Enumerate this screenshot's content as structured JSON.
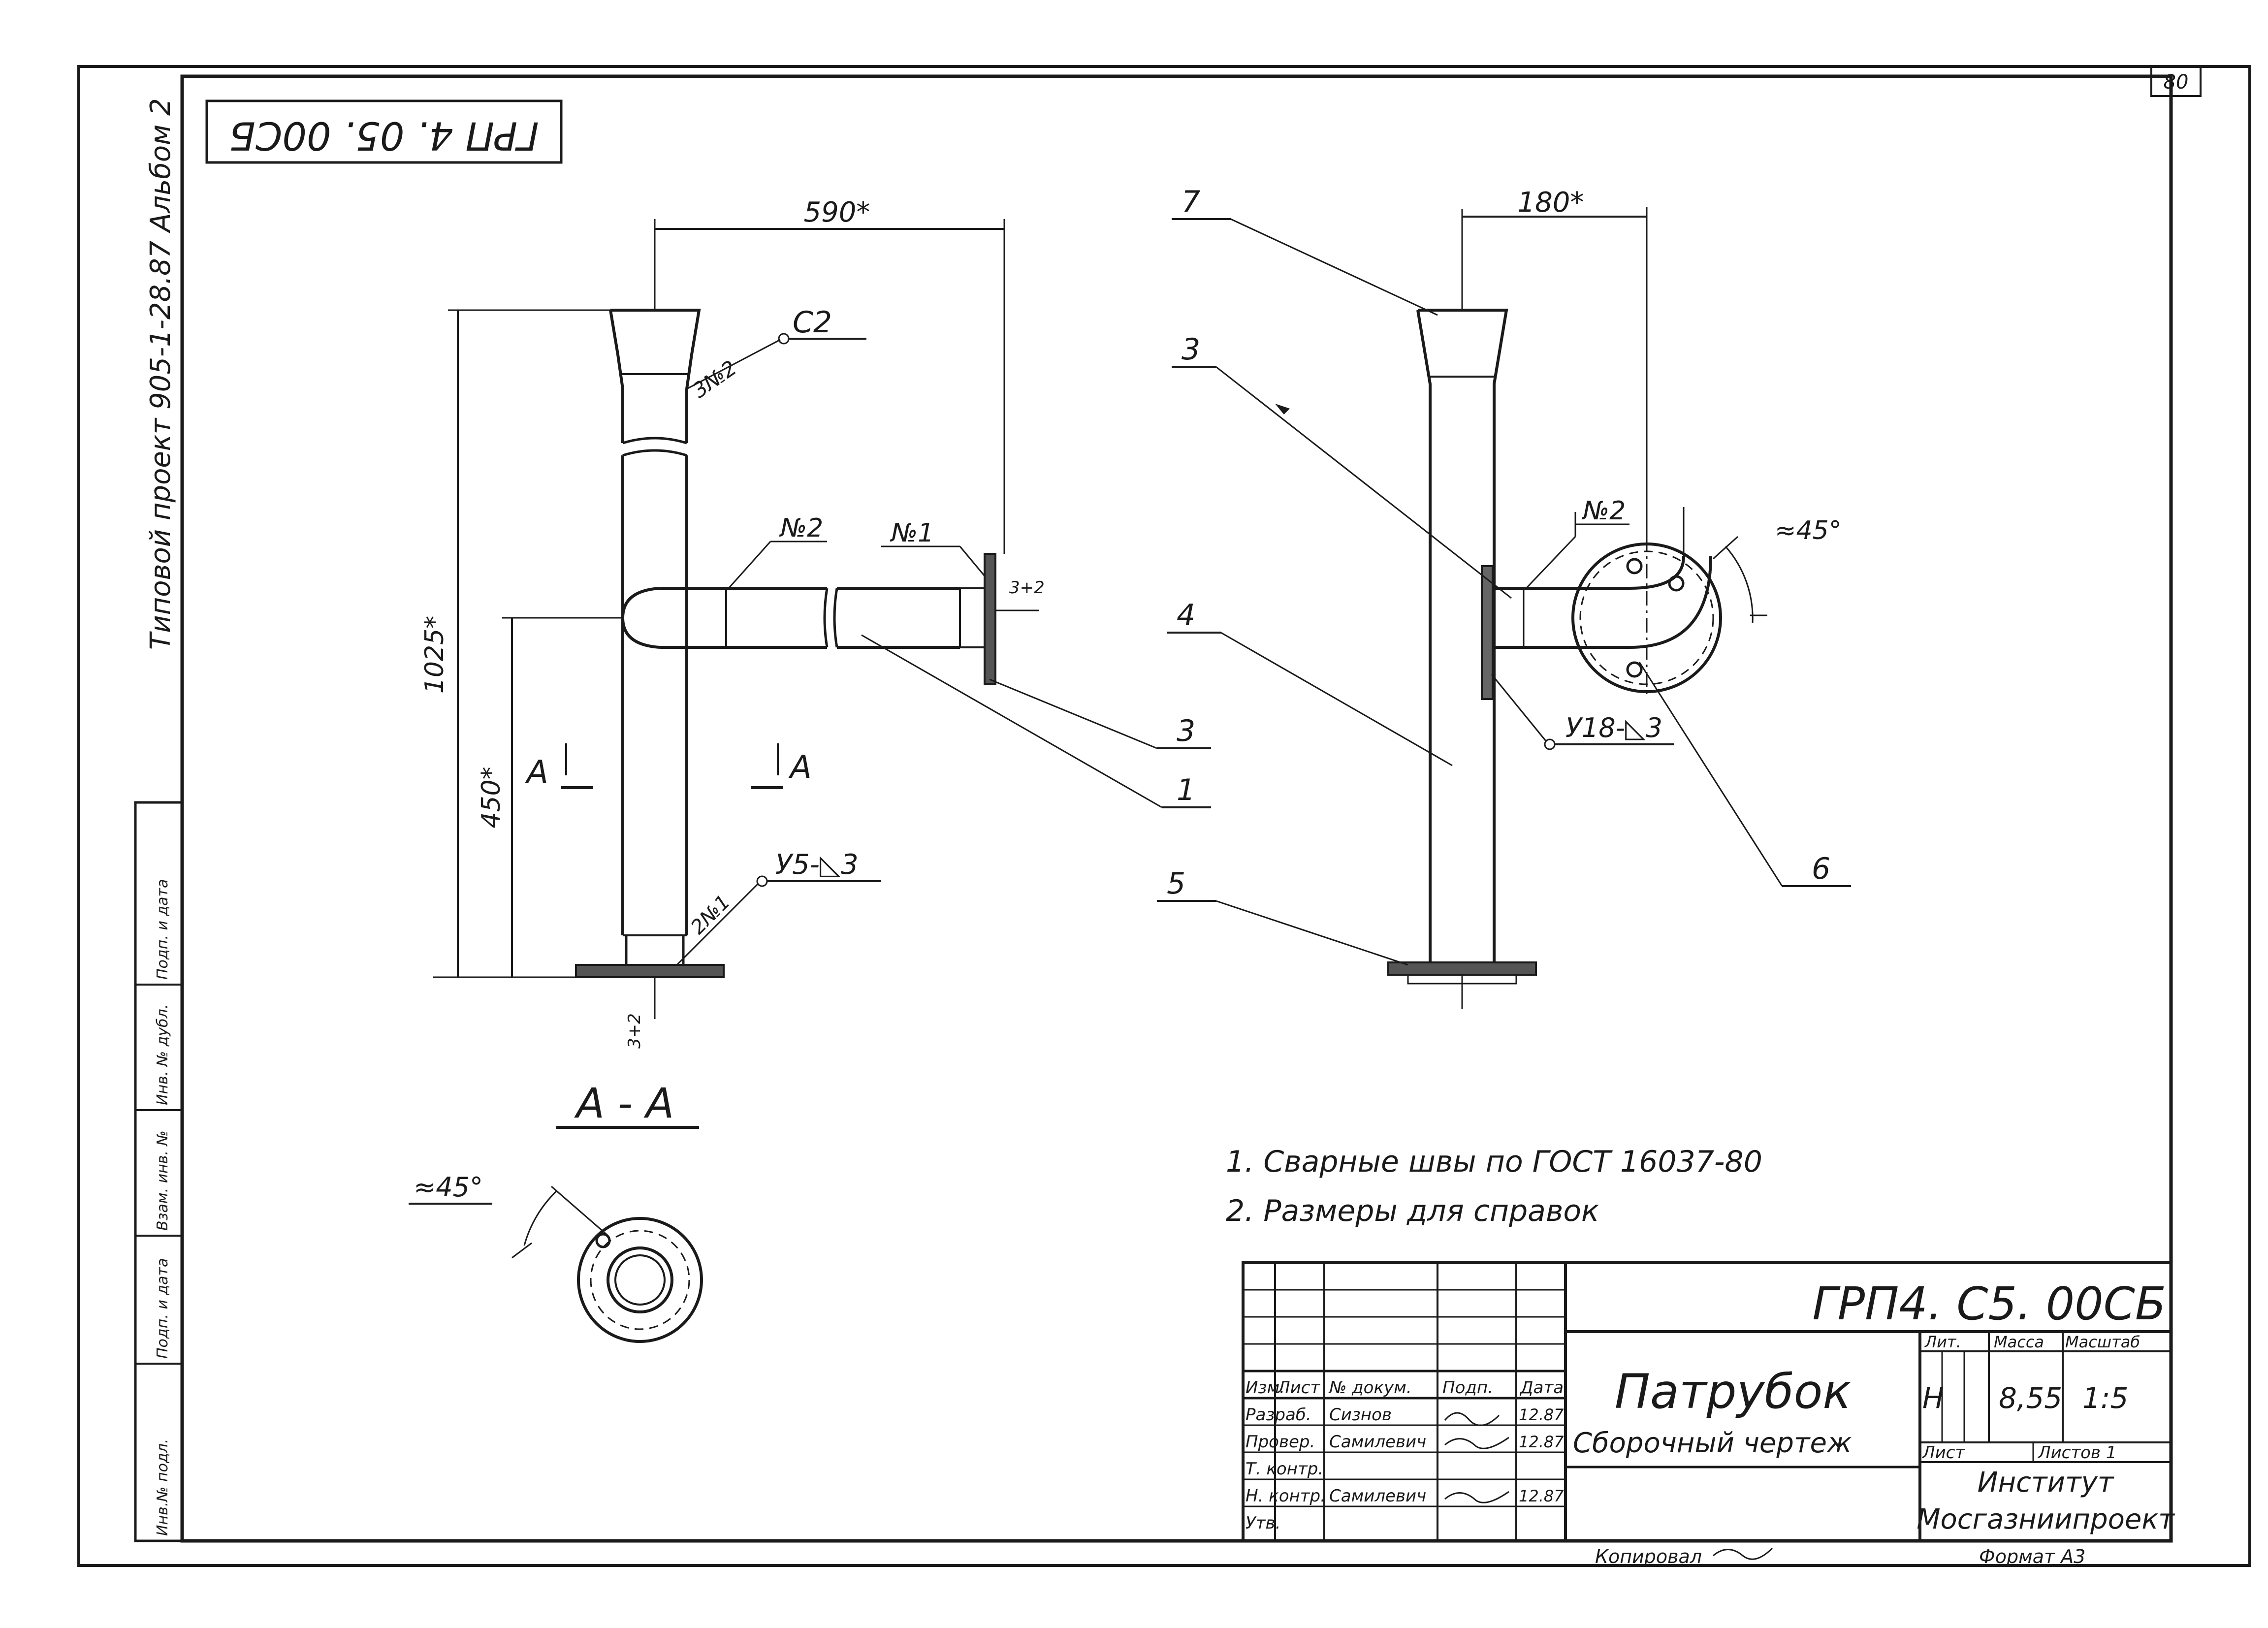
{
  "sheet_corner_number": "80",
  "top_stamp": "ГРП 4. 05. 00СБ",
  "left_margin_text": "Типовой проект 905-1-28.87 Альбом 2",
  "margin_strip_labels": [
    "Инв.№ подл.",
    "Подп. и дата",
    "Взам. инв. №",
    "Инв. № дубл.",
    "Подп. и дата"
  ],
  "left_view": {
    "dim_width": "590*",
    "dim_height": "1025*",
    "dim_axis": "450*",
    "weld_label_c2": "С2",
    "weld_3n2": "3№2",
    "weld_n2": "№2",
    "weld_n1": "№1",
    "gap_top": "3+2",
    "gap_bottom": "3+2",
    "weld_2n1": "2№1",
    "weld_label_bottom": "У5-◺3",
    "section_mark": "А",
    "callout_3": "3",
    "callout_1": "1"
  },
  "right_view": {
    "dim_width": "180*",
    "callout_7": "7",
    "callout_3": "3",
    "callout_4": "4",
    "callout_5": "5",
    "callout_6": "6",
    "weld_n2": "№2",
    "angle": "≈45°",
    "weld_label": "У18-◺3"
  },
  "section_view": {
    "title": "А - А",
    "angle": "≈45°"
  },
  "notes": [
    "1. Сварные швы по ГОСТ 16037-80",
    "2. Размеры для справок"
  ],
  "title_block": {
    "designation": "ГРП4. С5. 00СБ",
    "name": "Патрубок",
    "doc_type": "Сборочный чертеж",
    "col_headers": [
      "Изм.",
      "Лист",
      "№ докум.",
      "Подп.",
      "Дата"
    ],
    "roles": [
      "Разраб.",
      "Провер.",
      "Т. контр.",
      "",
      "Н. контр.",
      "Утв."
    ],
    "names": [
      "Сизнов",
      "Самилевич",
      "",
      "",
      "Самилевич",
      ""
    ],
    "dates": [
      "12.87",
      "12.87",
      "",
      "",
      "12.87",
      ""
    ],
    "lit_header": "Лит.",
    "mass_header": "Масса",
    "scale_header": "Масштаб",
    "lit_value": "Н",
    "mass_value": "8,55",
    "scale_value": "1:5",
    "sheet_label": "Лист",
    "sheets_label": "Листов 1",
    "org_line1": "Институт",
    "org_line2": "Мосгазниипроект"
  },
  "copied_by": "Копировал",
  "format_label": "Формат А3"
}
